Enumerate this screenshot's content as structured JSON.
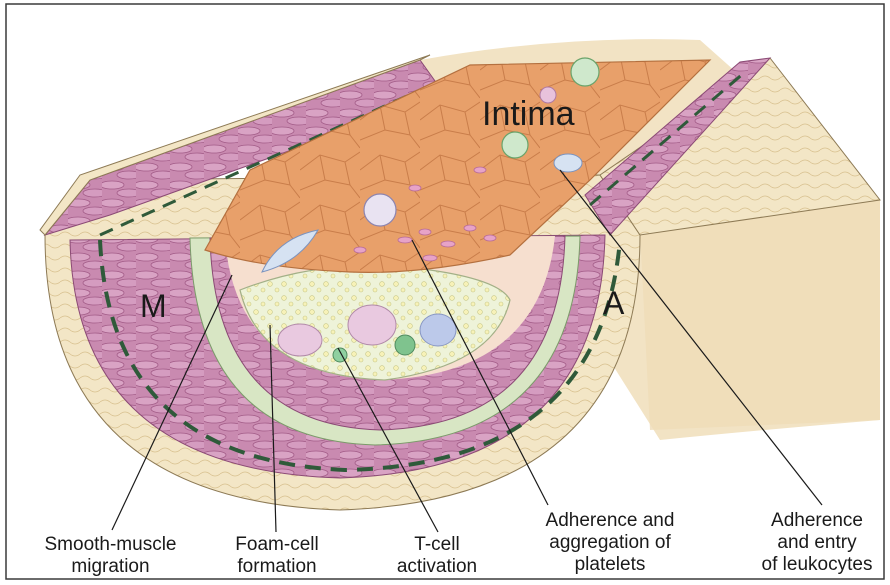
{
  "labels": {
    "intima": "Intima",
    "media": "M",
    "adventitia": "A"
  },
  "callouts": {
    "smooth_muscle": [
      "Smooth-muscle",
      "migration"
    ],
    "foam_cell": [
      "Foam-cell",
      "formation"
    ],
    "t_cell": [
      "T-cell",
      "activation"
    ],
    "platelets": [
      "Adherence and",
      "aggregation of",
      "platelets"
    ],
    "leukocytes": [
      "Adherence",
      "and entry",
      "of leukocytes"
    ]
  },
  "colors": {
    "adventitia": "#f3e6c6",
    "media": "#c77fa8",
    "intima_surface": "#e8a574",
    "plaque": "#e9efd4",
    "dashes": "#2f5a3a"
  }
}
